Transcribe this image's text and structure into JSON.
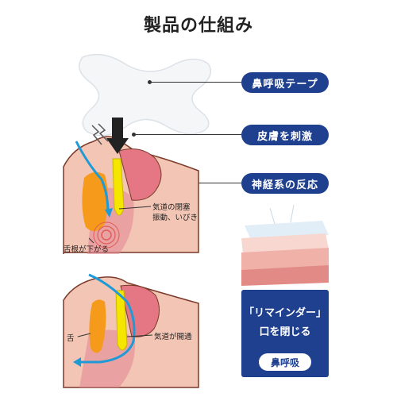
{
  "title": "製品の仕組み",
  "steps": [
    {
      "label": "鼻呼吸テープ"
    },
    {
      "label": "皮膚を刺激"
    },
    {
      "label": "神経系の反応"
    }
  ],
  "top_diagram": {
    "airway_label_line1": "気道の閉塞",
    "airway_label_line2": "振動、いびき",
    "tongue_label": "舌根が下がる"
  },
  "bottom_diagram": {
    "tongue_label": "舌",
    "airway_label": "気道が開通"
  },
  "reminder": {
    "line1": "「リマインダー」",
    "line2": "口を閉じる",
    "button": "鼻呼吸"
  },
  "colors": {
    "accent": "#1f3f8f",
    "skin": "#f3c5b4",
    "tongue_orange": "#f59a1b",
    "soft_palate_yellow": "#f5e600",
    "airflow_blue": "#1e9ad6"
  }
}
